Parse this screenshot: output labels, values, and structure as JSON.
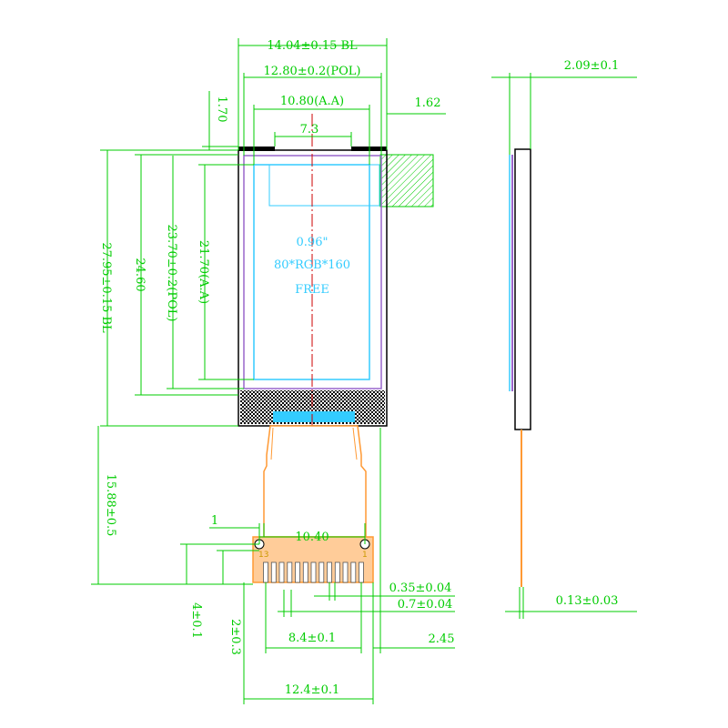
{
  "panel": {
    "line1": "0.96\"",
    "line2": "80*RGB*160",
    "line3": "FREE"
  },
  "dimensions": {
    "bl_width": "14.04±0.15 BL",
    "pol_width": "12.80±0.2(POL)",
    "aa_width": "10.80(A.A)",
    "offset_73": "7.3",
    "top_170": "1.70",
    "side_162": "1.62",
    "bl_height": "27.95±0.15 BL",
    "h_2460": "24.60",
    "pol_height": "23.70±0.2(POL)",
    "aa_height": "21.70(A.A)",
    "fpc_length": "15.88±0.5",
    "one": "1",
    "pitch_span": "10.40",
    "pin_pitch": "0.35±0.04",
    "pin_width": "0.7±0.04",
    "four": "4±0.1",
    "two": "2±0.3",
    "eight": "8.4±0.1",
    "two45": "2.45",
    "twelve": "12.4±0.1",
    "thickness": "2.09±0.1",
    "fpc_thick": "0.13±0.03"
  },
  "pins": {
    "first": "13",
    "last": "1"
  }
}
